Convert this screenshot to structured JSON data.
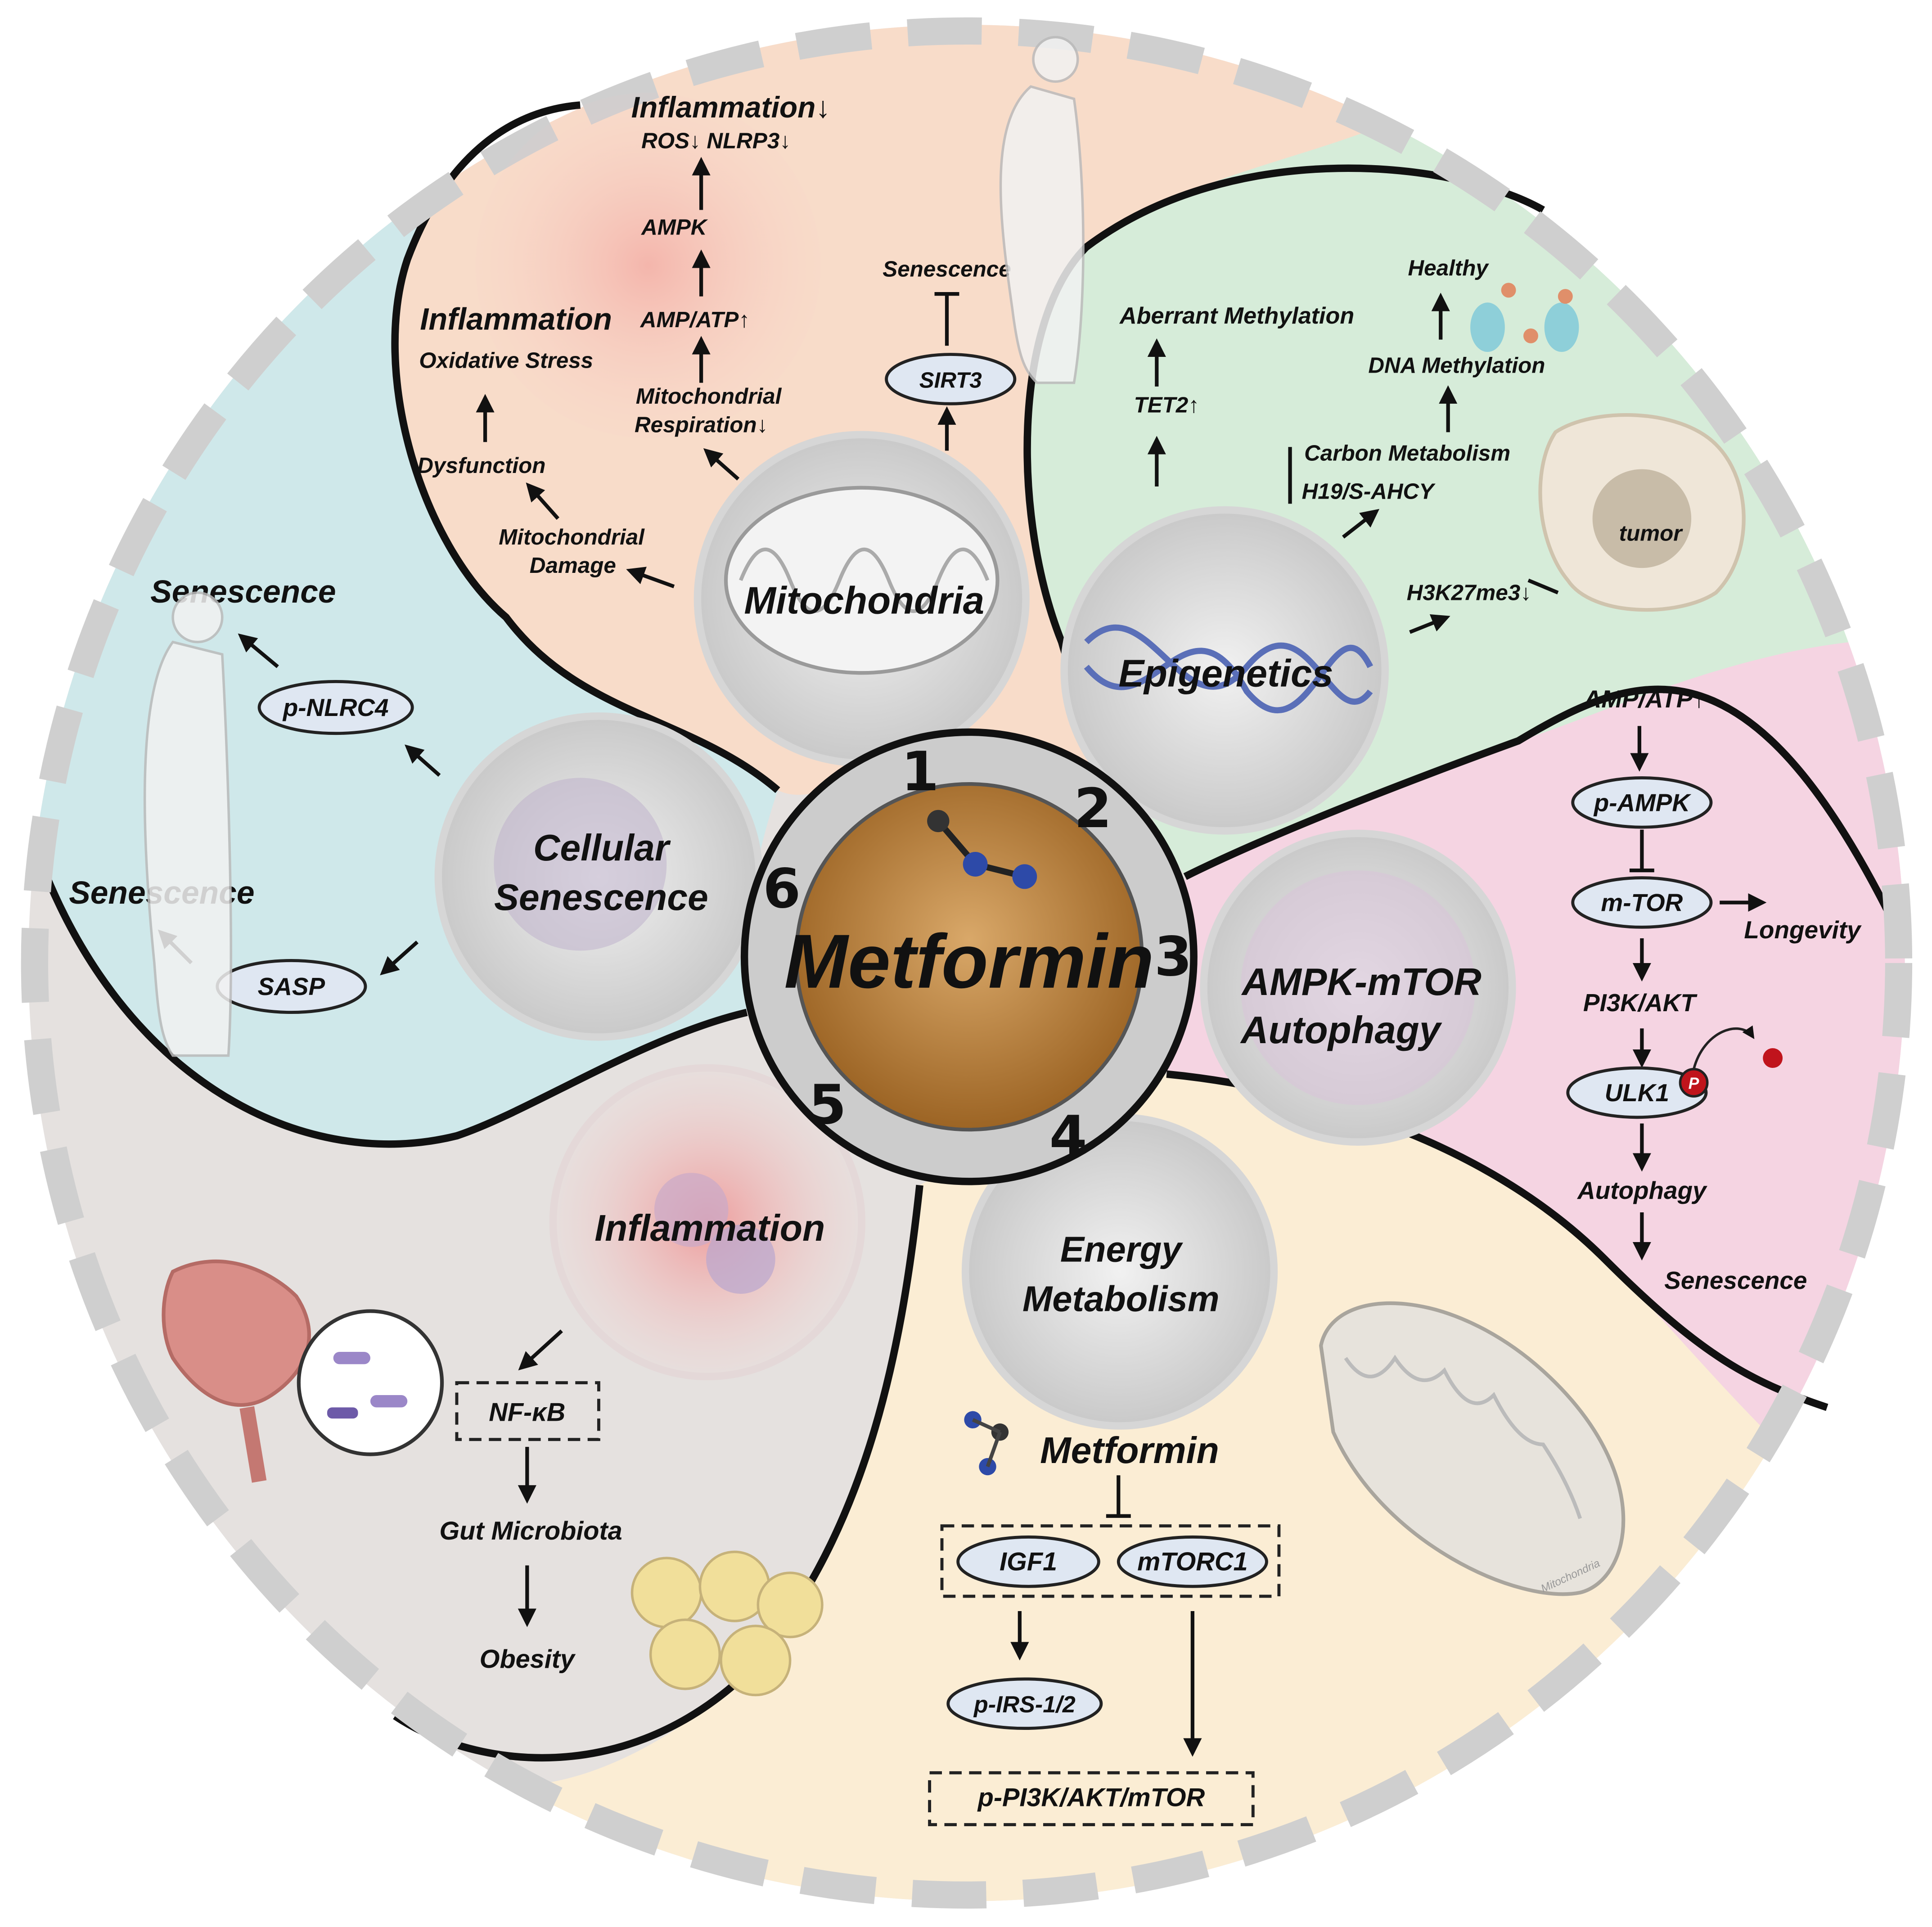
{
  "colors": {
    "mitochondria_bg": "#f8dcc9",
    "epigenetics_bg": "#d6ecd9",
    "autophagy_bg": "#f5d4e2",
    "energy_bg": "#fbedd4",
    "inflammation_bg": "#e5e1df",
    "senescence_bg": "#cfe8ea",
    "center_fill": "#b7803d",
    "ring_fill": "#d0d0d0",
    "pill_fill": "#dfe7f2"
  },
  "center": {
    "title": "Metformin",
    "numbers": [
      "1",
      "2",
      "3",
      "4",
      "5",
      "6"
    ]
  },
  "mitochondria": {
    "hub": "Mitochondria",
    "inflammation_top": "Inflammation↓",
    "ros_nlrp3": "ROS↓ NLRP3↓",
    "ampk": "AMPK",
    "amp_atp": "AMP/ATP↑",
    "respiration_1": "Mitochondrial",
    "respiration_2": "Respiration↓",
    "inflammation": "Inflammation",
    "oxidative": "Oxidative Stress",
    "dysfunction": "Dysfunction",
    "damage_1": "Mitochondrial",
    "damage_2": "Damage",
    "senescence": "Senescence",
    "sirt3": "SIRT3"
  },
  "epigenetics": {
    "hub": "Epigenetics",
    "aberrant": "Aberrant Methylation",
    "tet2": "TET2↑",
    "healthy": "Healthy",
    "dna_methylation": "DNA Methylation",
    "carbon": "Carbon Metabolism",
    "h19": "H19/S-AHCY",
    "tumor": "tumor",
    "h3k27": "H3K27me3↓"
  },
  "autophagy": {
    "hub_1": "AMPK-mTOR",
    "hub_2": "Autophagy",
    "amp_atp": "AMP/ATP↑",
    "p_ampk": "p-AMPK",
    "mtor": "m-TOR",
    "longevity": "Longevity",
    "pi3k": "PI3K/AKT",
    "ulk1": "ULK1",
    "p_label": "P",
    "autophagy": "Autophagy",
    "senescence": "Senescence"
  },
  "energy": {
    "hub_1": "Energy",
    "hub_2": "Metabolism",
    "metformin": "Metformin",
    "igf1": "IGF1",
    "mtorc1": "mTORC1",
    "p_irs": "p-IRS-1/2",
    "p_pi3k": "p-PI3K/AKT/mTOR",
    "mito_label": "Mitochondria"
  },
  "inflammation": {
    "hub": "Inflammation",
    "nfkb": "NF-κB",
    "gut": "Gut Microbiota",
    "obesity": "Obesity"
  },
  "senescence": {
    "hub_1": "Cellular",
    "hub_2": "Senescence",
    "senescence_top": "Senescence",
    "p_nlrc4": "p-NLRC4",
    "senescence_left": "Senescence",
    "sasp": "SASP"
  }
}
